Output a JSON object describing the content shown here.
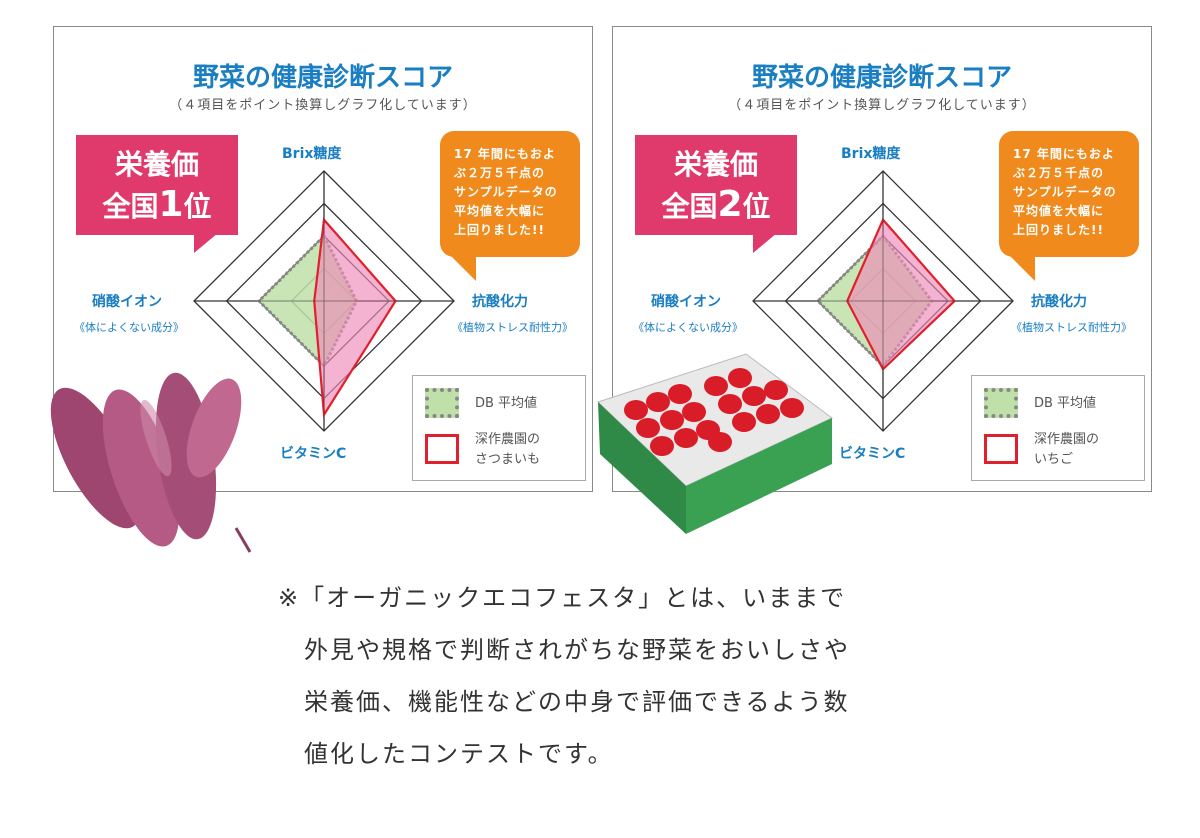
{
  "colors": {
    "title": "#1a7ec2",
    "axis": "#1a7ec2",
    "badge": "#e03a6c",
    "bubble": "#f08a1c",
    "avg_fill": "#bfe0a8",
    "avg_stroke": "#888888",
    "farm_fill": "#ee8ab8",
    "farm_stroke": "#e0202c",
    "grid": "#333333"
  },
  "panels": [
    {
      "title": "野菜の健康診断スコア",
      "subtitle": "（４項目をポイント換算しグラフ化しています）",
      "badge_line1": "栄養価",
      "badge_line2a": "全国",
      "badge_rank": "1",
      "badge_line2b": "位",
      "bubble_lines": [
        "17 年間にもおよ",
        "ぶ２万５千点の",
        "サンプルデータの",
        "平均値を大幅に",
        "上回りました!!"
      ],
      "axes": {
        "top": "Brix糖度",
        "right": "抗酸化力",
        "right_sub": "《植物ストレス耐性力》",
        "bottom": "ビタミンC",
        "left": "硝酸イオン",
        "left_sub": "《体によくない成分》"
      },
      "legend": {
        "avg": "DB 平均値",
        "farm_line1": "深作農園の",
        "farm_line2": "さつまいも"
      }
    },
    {
      "title": "野菜の健康診断スコア",
      "subtitle": "（４項目をポイント換算しグラフ化しています）",
      "badge_line1": "栄養価",
      "badge_line2a": "全国",
      "badge_rank": "2",
      "badge_line2b": "位",
      "bubble_lines": [
        "17 年間にもおよ",
        "ぶ２万５千点の",
        "サンプルデータの",
        "平均値を大幅に",
        "上回りました!!"
      ],
      "axes": {
        "top": "Brix糖度",
        "right": "抗酸化力",
        "right_sub": "《植物ストレス耐性力》",
        "bottom": "ビタミンC",
        "left": "硝酸イオン",
        "left_sub": "《体によくない成分》"
      },
      "legend": {
        "avg": "DB 平均値",
        "farm_line1": "深作農園の",
        "farm_line2": "いちご"
      }
    }
  ],
  "chart_data": [
    {
      "type": "radar",
      "axes": [
        "Brix糖度",
        "抗酸化力",
        "ビタミンC",
        "硝酸イオン"
      ],
      "rmax": 4,
      "series": [
        {
          "name": "DB 平均値",
          "values": [
            2.0,
            1.0,
            2.0,
            2.0
          ]
        },
        {
          "name": "深作農園の さつまいも",
          "values": [
            2.5,
            2.2,
            3.5,
            0.3
          ]
        }
      ]
    },
    {
      "type": "radar",
      "axes": [
        "Brix糖度",
        "抗酸化力",
        "ビタミンC",
        "硝酸イオン"
      ],
      "rmax": 4,
      "series": [
        {
          "name": "DB 平均値",
          "values": [
            2.0,
            1.5,
            2.0,
            2.0
          ]
        },
        {
          "name": "深作農園の いちご",
          "values": [
            2.5,
            2.2,
            2.1,
            1.1
          ]
        }
      ]
    }
  ],
  "note_lines": [
    "※「オーガニックエコフェスタ」とは、いままで",
    "　外見や規格で判断されがちな野菜をおいしさや",
    "　栄養価、機能性などの中身で評価できるよう数",
    "　値化したコンテストです。"
  ]
}
